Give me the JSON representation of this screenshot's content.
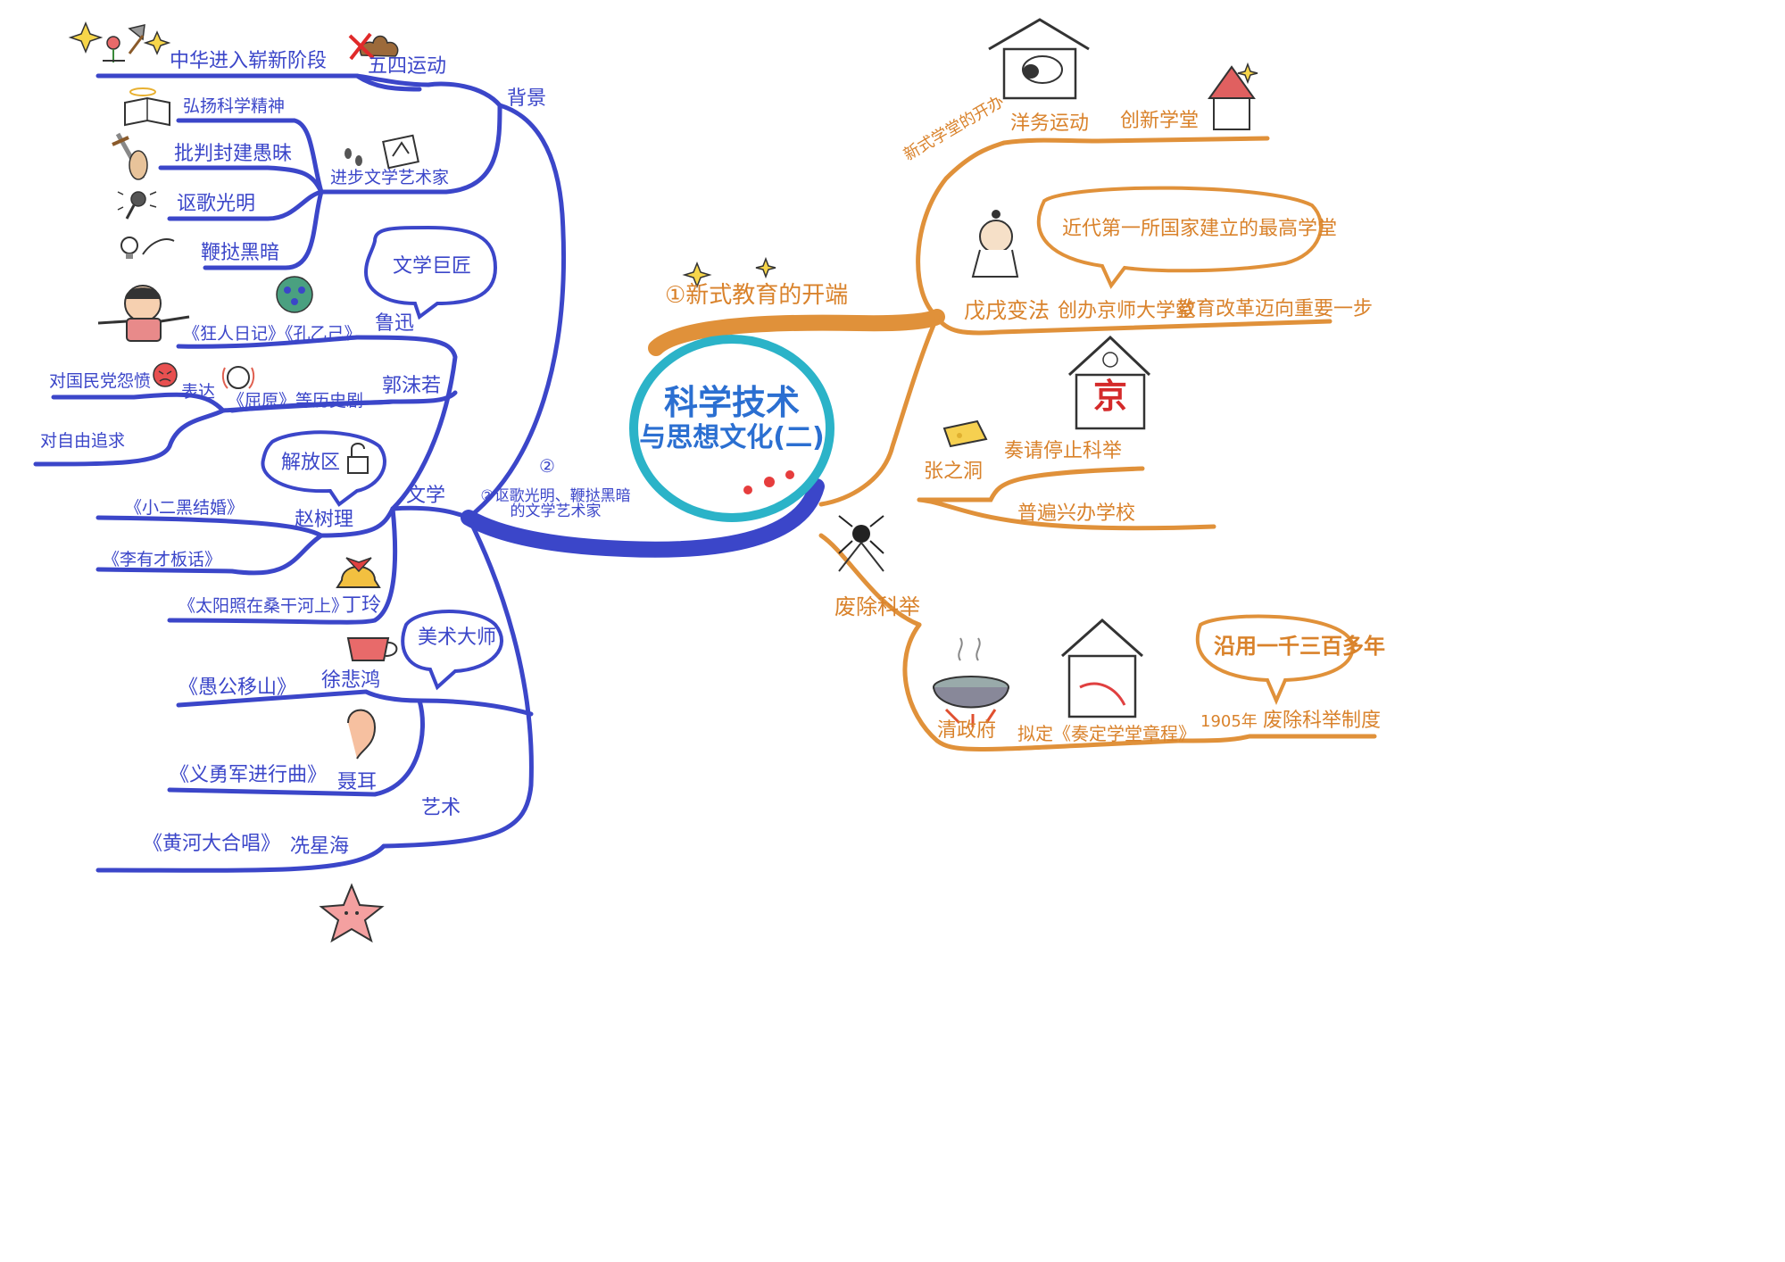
{
  "center": {
    "line1": "科学技术",
    "line2": "与思想文化(二)"
  },
  "branch1": {
    "title": "①新式教育的开端",
    "new_school": {
      "label": "新式学堂的开办",
      "yangwu": "洋务运动",
      "chuangxin": "创新学堂",
      "bubble": "近代第一所国家建立的最高学堂",
      "wuxu": "戊戌变法",
      "jingshi": "创办京师大学堂",
      "step": "教育改革迈向重要一步",
      "sign": "京"
    },
    "abolish": {
      "label": "废除科举",
      "zhang": "张之洞",
      "zouqing": "奏请停止科举",
      "schools": "普遍兴办学校",
      "qing": "清政府",
      "nicding": "拟定《奏定学堂章程》",
      "year": "1905年",
      "abolish_system": "废除科举制度",
      "bubble": "沿用一千三百多年"
    }
  },
  "branch2": {
    "title": "②讴歌光明、鞭挞黑暗的文学艺术家",
    "background": {
      "label": "背景",
      "wusi": "五四运动",
      "new_stage": "中华进入崭新阶段",
      "jinbu": "进步文学艺术家",
      "science": "弘扬科学精神",
      "critique": "批判封建愚昧",
      "praise": "讴歌光明",
      "whip": "鞭挞黑暗"
    },
    "literature": {
      "label": "文学",
      "luxun": "鲁迅",
      "luxun_bubble": "文学巨匠",
      "luxun_works": "《狂人日记》《孔乙己》",
      "guo": "郭沫若",
      "guo_express": "表达",
      "guo_works": "《屈原》等历史剧",
      "guo_e1": "对国民党怨愤",
      "guo_e2": "对自由追求",
      "zhao": "赵树理",
      "zhao_bubble": "解放区",
      "zhao_w1": "《小二黑结婚》",
      "zhao_w2": "《李有才板话》",
      "ding": "丁玲",
      "ding_work": "《太阳照在桑干河上》"
    },
    "art": {
      "label": "艺术",
      "xu": "徐悲鸿",
      "xu_bubble": "美术大师",
      "xu_work": "《愚公移山》",
      "nie": "聂耳",
      "nie_work": "《义勇军进行曲》",
      "xian": "冼星海",
      "xian_work": "《黄河大合唱》"
    }
  },
  "colors": {
    "blue": "#3b46c9",
    "orange": "#e0913a",
    "center_ring": "#2bb3c8",
    "red": "#d42a2a"
  }
}
